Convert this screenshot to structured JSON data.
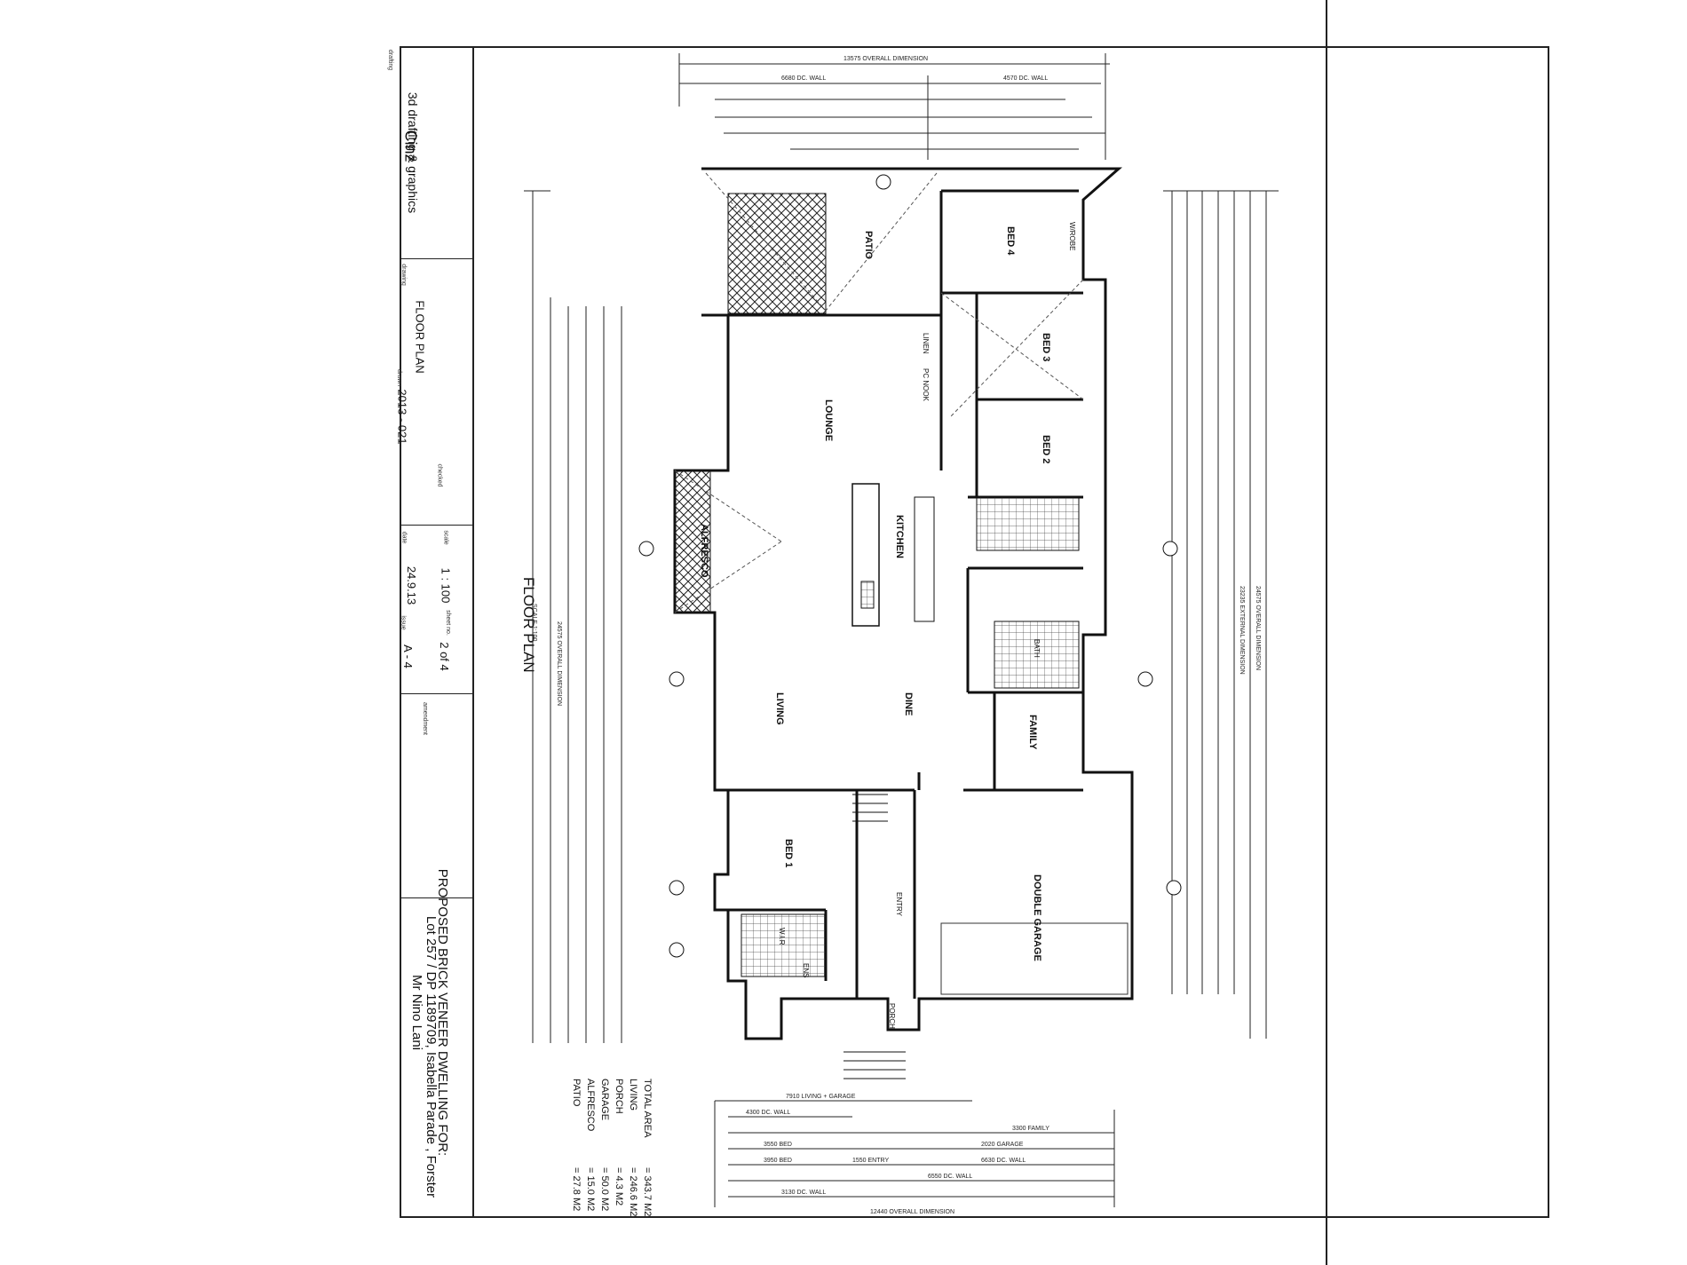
{
  "title_block": {
    "labels": [
      "drafting",
      "drawing",
      "drawn",
      "checked",
      "date",
      "scale",
      "sheet no.",
      "issue",
      "amendment"
    ],
    "company_name": "Cinz",
    "company_tagline": "3d drafting & graphics",
    "drawing_title": "FLOOR PLAN",
    "job_number": "2013 - 021",
    "date": "24.9.13",
    "scale": "1 : 100",
    "paper": "A - 4",
    "sheet": "2 of 4"
  },
  "project": {
    "line1": "PROPOSED BRICK VENEER DWELLING FOR:",
    "line2": "Mr Nino Lani",
    "line3": "Lot 257 / DP 1189709, Isabella Parade , Forster"
  },
  "plan": {
    "heading": "FLOOR PLAN",
    "scale_note": "SCALE 1:100"
  },
  "areas": [
    {
      "label": "TOTAL AREA",
      "value": "= 343.7 M2"
    },
    {
      "label": "LIVING",
      "value": "= 246.6 M2"
    },
    {
      "label": "PORCH",
      "value": "= 4.3 M2"
    },
    {
      "label": "GARAGE",
      "value": "= 50.0 M2"
    },
    {
      "label": "ALFRESCO",
      "value": "= 15.0 M2"
    },
    {
      "label": "PATIO",
      "value": "= 27.8 M2"
    }
  ],
  "rooms": {
    "patio": "PATIO",
    "bed4": "BED 4",
    "bed3": "BED 3",
    "bed2": "BED 2",
    "lounge": "LOUNGE",
    "kitchen": "KITCHEN",
    "alfresco": "ALFRESCO",
    "living": "LIVING",
    "dine": "DINE",
    "family": "FAMILY",
    "bath": "BATH",
    "bed1": "BED 1",
    "wir": "W.I.R",
    "ens": "ENS",
    "garage": "DOUBLE GARAGE",
    "entry": "ENTRY",
    "porch": "PORCH",
    "linen": "LINEN",
    "pcnook": "PC NOOK",
    "wrobe": "W/ROBE"
  },
  "dimensions": {
    "overall_top": "13575 OVERALL DIMENSION",
    "overall_bottom": "12440 OVERALL DIMENSION",
    "top_row": [
      "6680 DC. WALL",
      "4570 DC. WALL"
    ],
    "bottom_row": [
      "7910 LIVING + GARAGE",
      "4300 DC. WALL",
      "3300 FAMILY",
      "2020 GARAGE",
      "6630 DC. WALL",
      "3550 BED",
      "3950 BED",
      "1550 ENTRY",
      "6550 DC. WALL",
      "3130 DC. WALL"
    ],
    "right_column": [
      "23235 EXTERNAL DIMENSION",
      "24575 OVERALL DIMENSION"
    ],
    "left_column": [
      "24575 OVERALL DIMENSION"
    ]
  }
}
